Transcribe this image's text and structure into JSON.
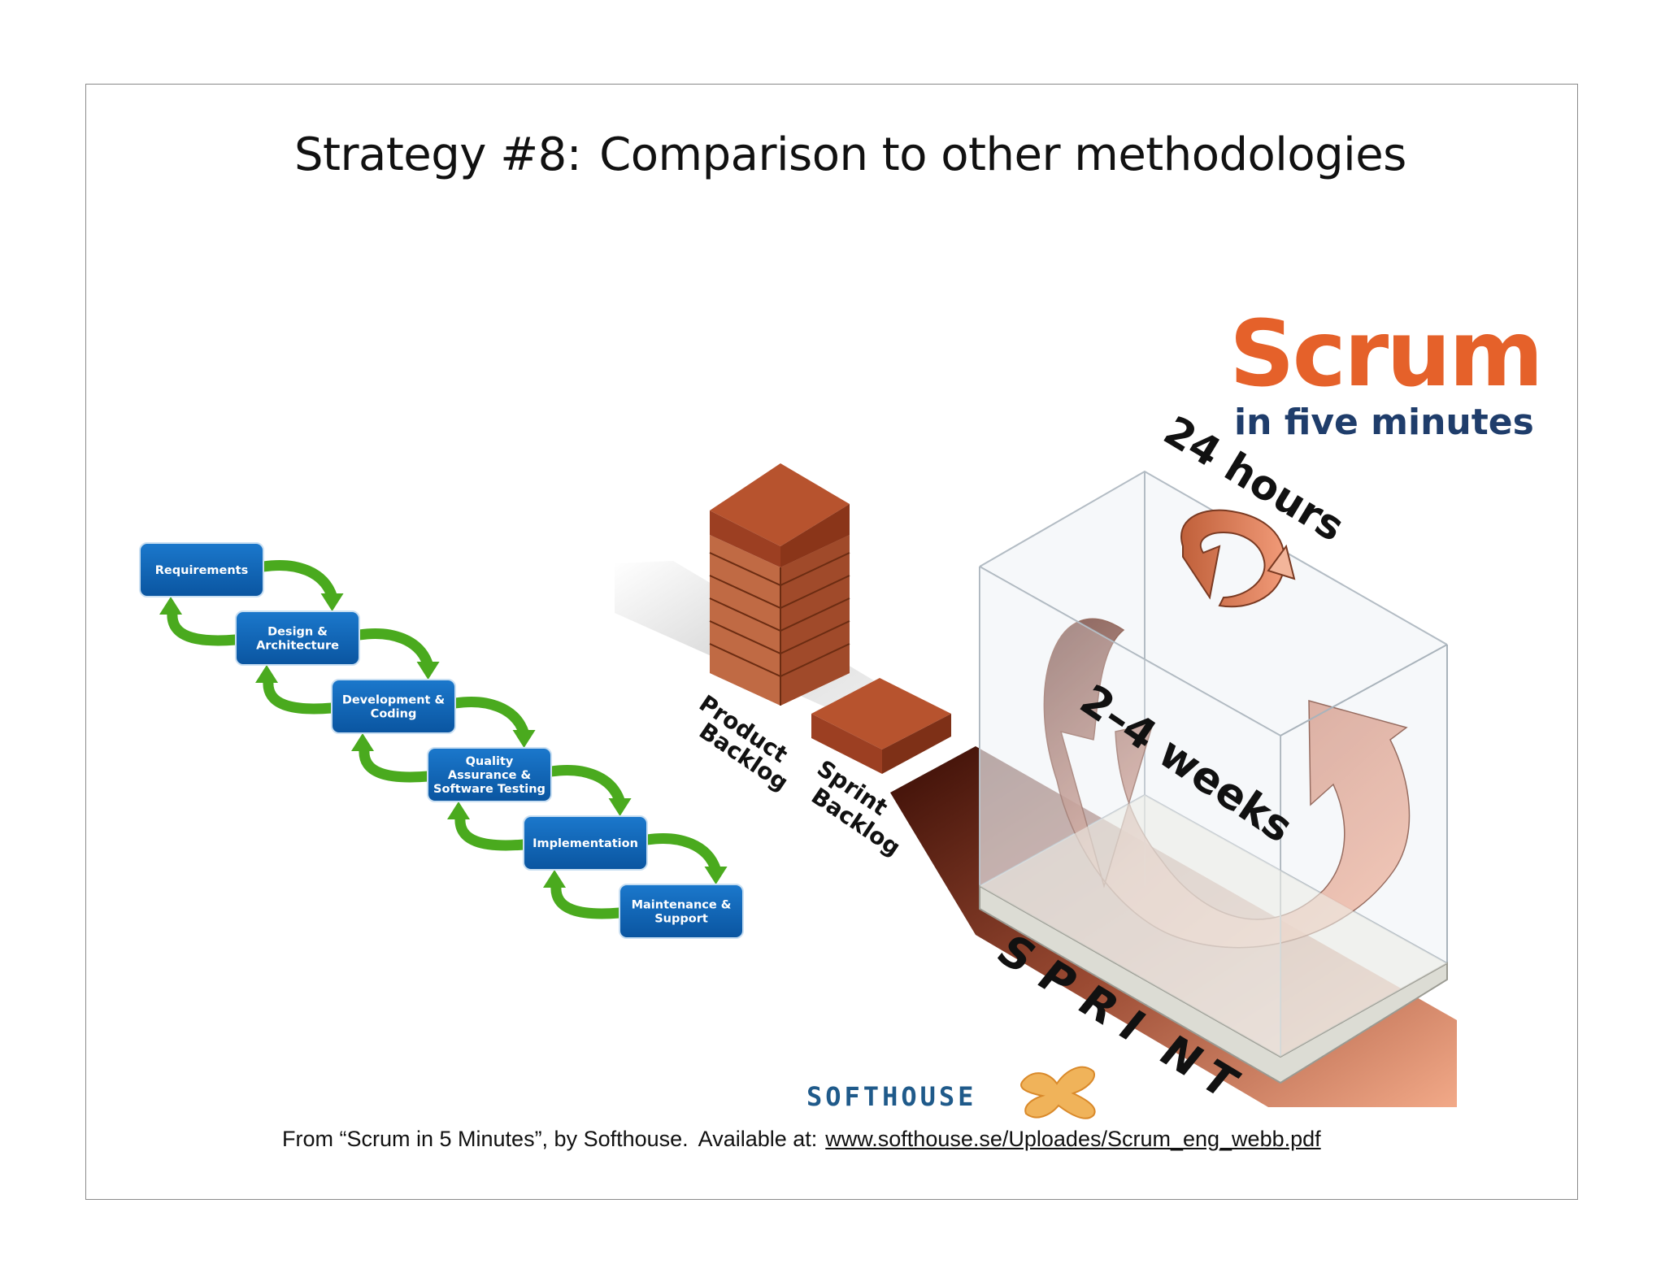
{
  "slide": {
    "title_strategy": "Strategy #8:",
    "title_topic": "Comparison to other methodologies"
  },
  "waterfall": {
    "steps": [
      [
        "Requirements"
      ],
      [
        "Design &",
        "Architecture"
      ],
      [
        "Development &",
        "Coding"
      ],
      [
        "Quality",
        "Assurance &",
        "Software Testing"
      ],
      [
        "Implementation"
      ],
      [
        "Maintenance &",
        "Support"
      ]
    ],
    "box_color": "#1164b4",
    "arrow_color": "#4aaa1e"
  },
  "scrum": {
    "logo_word": "Scrum",
    "logo_subtitle": "in five minutes",
    "logo_color": "#e5612a",
    "subtitle_color": "#1f3d6b",
    "daily_cycle": "24 hours",
    "sprint_cycle": "2–4 weeks",
    "product_backlog": [
      "Product",
      "Backlog"
    ],
    "sprint_backlog": [
      "Sprint",
      "Backlog"
    ],
    "sprint_letters": [
      "S",
      "P",
      "R",
      "I",
      "N",
      "T"
    ],
    "brand": "SOFTHOUSE",
    "brand_color": "#1f5a8a",
    "brick_color": "#b7532e"
  },
  "caption": {
    "text": "From “Scrum in 5 Minutes”, by Softhouse.",
    "available": "Available at:",
    "url": "www.softhouse.se/Uploades/Scrum_eng_webb.pdf"
  }
}
